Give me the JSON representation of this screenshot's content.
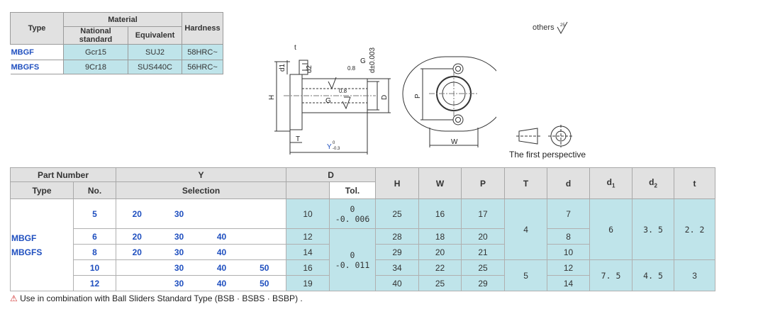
{
  "material_table": {
    "headers": {
      "type": "Type",
      "material": "Material",
      "national": "National standard",
      "equivalent": "Equivalent",
      "hardness": "Hardness"
    },
    "rows": [
      {
        "type": "MBGF",
        "national": "Gcr15",
        "equivalent": "SUJ2",
        "hardness": "58HRC~"
      },
      {
        "type": "MBGFS",
        "national": "9Cr18",
        "equivalent": "SUS440C",
        "hardness": "56HRC~"
      }
    ]
  },
  "drawing": {
    "others": "others",
    "roughness_others": "25",
    "roughness_g": "G",
    "roughness_08": "0.8",
    "dim_t": "t",
    "dim_d1": "d1",
    "dim_d2": "d2",
    "dim_h": "H",
    "dim_d_tol": "d±0.003",
    "dim_D": "D",
    "dim_T": "T",
    "dim_Y": "Y",
    "dim_Y_tol_upper": "0",
    "dim_Y_tol_lower": "-0.3",
    "dim_P": "P",
    "dim_W": "W",
    "first_perspective": "The first perspective"
  },
  "spec_table": {
    "headers": {
      "part_number": "Part Number",
      "type": "Type",
      "no": "No.",
      "y": "Y",
      "selection": "Selection",
      "d_big": "D",
      "tol": "Tol.",
      "h": "H",
      "w": "W",
      "p": "P",
      "t_big": "T",
      "d": "d",
      "d1": "d",
      "d1_sub": "1",
      "d2": "d",
      "d2_sub": "2",
      "t": "t"
    },
    "types": [
      "MBGF",
      "MBGFS"
    ],
    "rows": [
      {
        "no": "5",
        "y": [
          "20",
          "30",
          "",
          ""
        ],
        "D": "10",
        "H": "25",
        "W": "16",
        "P": "17",
        "d": "7"
      },
      {
        "no": "6",
        "y": [
          "20",
          "30",
          "40",
          ""
        ],
        "D": "12",
        "H": "28",
        "W": "18",
        "P": "20",
        "d": "8"
      },
      {
        "no": "8",
        "y": [
          "20",
          "30",
          "40",
          ""
        ],
        "D": "14",
        "H": "29",
        "W": "20",
        "P": "21",
        "d": "10"
      },
      {
        "no": "10",
        "y": [
          "",
          "30",
          "40",
          "50"
        ],
        "D": "16",
        "H": "34",
        "W": "22",
        "P": "25",
        "d": "12"
      },
      {
        "no": "12",
        "y": [
          "",
          "30",
          "40",
          "50"
        ],
        "D": "19",
        "H": "40",
        "W": "25",
        "P": "29",
        "d": "14"
      }
    ],
    "tol_group1": {
      "upper": "0",
      "lower": "-0. 006"
    },
    "tol_group2": {
      "upper": "0",
      "lower": "-0. 011"
    },
    "T_group1": "4",
    "T_group2": "5",
    "d1_group1": "6",
    "d1_group2": "7. 5",
    "d2_group1": "3. 5",
    "d2_group2": "4. 5",
    "t_group1": "2. 2",
    "t_group2": "3"
  },
  "footnote": {
    "icon": "warning-circle-icon",
    "text": "Use in combination with Ball Sliders Standard Type (BSB · BSBS · BSBP) ."
  }
}
